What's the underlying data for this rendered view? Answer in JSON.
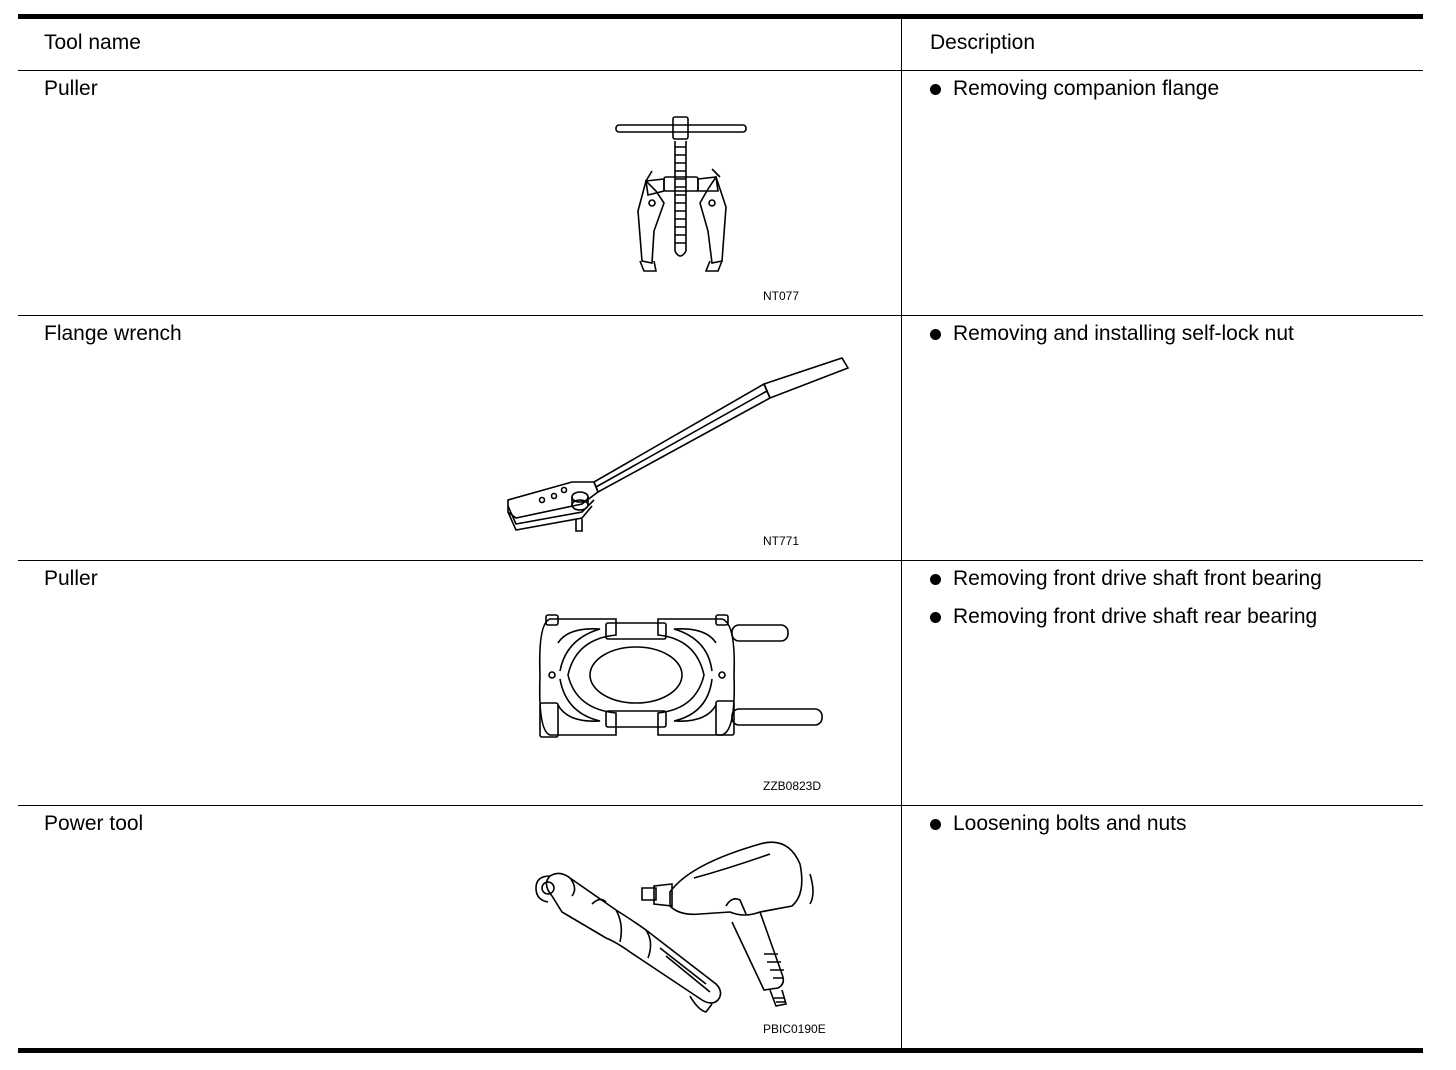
{
  "header": {
    "tool_name": "Tool name",
    "description": "Description"
  },
  "rows": [
    {
      "name": "Puller",
      "code": "NT077",
      "illustration_icon": "two-jaw-puller-icon",
      "description": [
        "Removing companion flange"
      ]
    },
    {
      "name": "Flange wrench",
      "code": "NT771",
      "illustration_icon": "flange-wrench-icon",
      "description": [
        "Removing and installing self-lock nut"
      ]
    },
    {
      "name": "Puller",
      "code": "ZZB0823D",
      "illustration_icon": "bearing-splitter-puller-icon",
      "description": [
        "Removing front drive shaft front bearing",
        "Removing front drive shaft rear bearing"
      ]
    },
    {
      "name": "Power tool",
      "code": "PBIC0190E",
      "illustration_icon": "power-tool-icon",
      "description": [
        "Loosening bolts and nuts"
      ]
    }
  ]
}
